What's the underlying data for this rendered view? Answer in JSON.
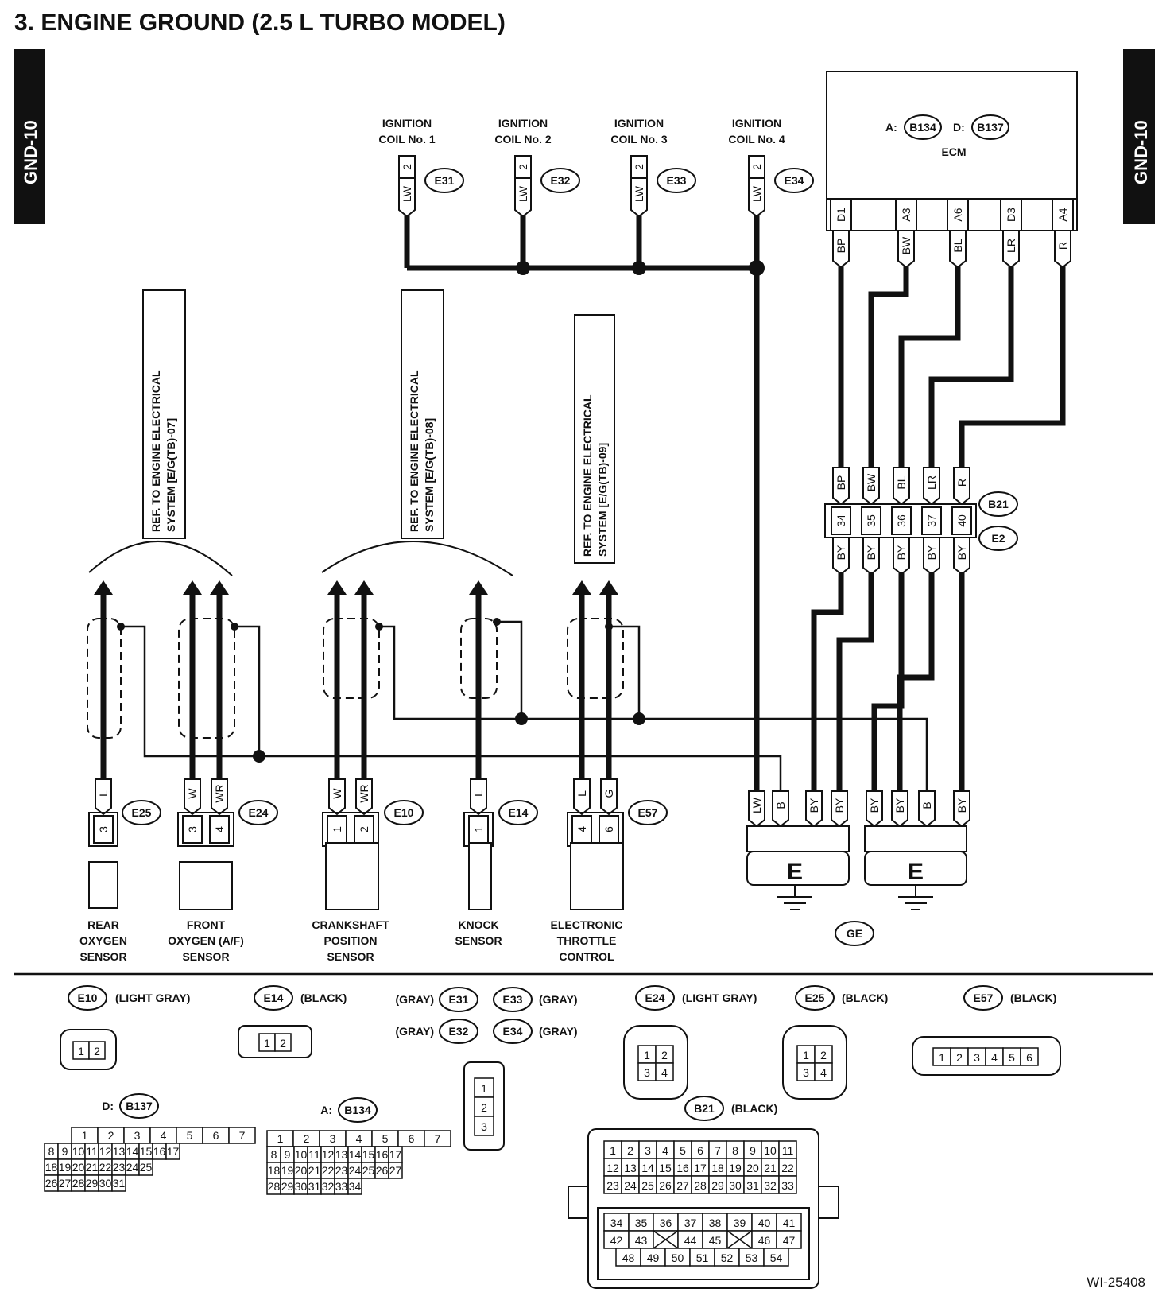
{
  "title": "3.  ENGINE GROUND (2.5 L TURBO MODEL)",
  "page_tag": "GND-10",
  "figure_id": "WI-25408",
  "ecm": {
    "label": "ECM",
    "conn_a_prefix": "A:",
    "conn_a": "B134",
    "conn_d_prefix": "D:",
    "conn_d": "B137",
    "pins": [
      "D1",
      "A3",
      "A6",
      "D3",
      "A4"
    ],
    "wires": [
      "BP",
      "BW",
      "BL",
      "LR",
      "R"
    ]
  },
  "ignition_coils": [
    {
      "line1": "IGNITION",
      "line2": "COIL No. 1",
      "pin": "2",
      "wire": "LW",
      "conn": "E31"
    },
    {
      "line1": "IGNITION",
      "line2": "COIL No. 2",
      "pin": "2",
      "wire": "LW",
      "conn": "E32"
    },
    {
      "line1": "IGNITION",
      "line2": "COIL No. 3",
      "pin": "2",
      "wire": "LW",
      "conn": "E33"
    },
    {
      "line1": "IGNITION",
      "line2": "COIL No. 4",
      "pin": "2",
      "wire": "LW",
      "conn": "E34"
    }
  ],
  "references": [
    {
      "line1": "REF. TO ENGINE ELECTRICAL",
      "line2": "SYSTEM [E/G(TB)-07]"
    },
    {
      "line1": "REF. TO ENGINE ELECTRICAL",
      "line2": "SYSTEM [E/G(TB)-08]"
    },
    {
      "line1": "REF. TO ENGINE ELECTRICAL",
      "line2": "SYSTEM [E/G(TB)-09]"
    }
  ],
  "joint": {
    "conn_top": "B21",
    "conn_bottom": "E2",
    "top_wires": [
      "BP",
      "BW",
      "BL",
      "LR",
      "R"
    ],
    "pins": [
      "34",
      "35",
      "36",
      "37",
      "40"
    ],
    "bottom_wires": [
      "BY",
      "BY",
      "BY",
      "BY",
      "BY"
    ]
  },
  "sensors": [
    {
      "conn": "E25",
      "line1": "REAR",
      "line2": "OXYGEN",
      "line3": "SENSOR",
      "wires": [
        "L"
      ],
      "pins": [
        "3"
      ]
    },
    {
      "conn": "E24",
      "line1": "FRONT",
      "line2": "OXYGEN (A/F)",
      "line3": "SENSOR",
      "wires": [
        "W",
        "WR"
      ],
      "pins": [
        "3",
        "4"
      ]
    },
    {
      "conn": "E10",
      "line1": "CRANKSHAFT",
      "line2": "POSITION",
      "line3": "SENSOR",
      "wires": [
        "W",
        "WR"
      ],
      "pins": [
        "1",
        "2"
      ]
    },
    {
      "conn": "E14",
      "line1": "KNOCK",
      "line2": "SENSOR",
      "line3": "",
      "wires": [
        "L"
      ],
      "pins": [
        "1"
      ]
    },
    {
      "conn": "E57",
      "line1": "ELECTRONIC",
      "line2": "THROTTLE",
      "line3": "CONTROL",
      "wires": [
        "L",
        "G"
      ],
      "pins": [
        "4",
        "6"
      ]
    }
  ],
  "ground": {
    "label": "E",
    "conn": "GE",
    "left_wires": [
      "LW",
      "B",
      "BY",
      "BY"
    ],
    "right_wires": [
      "BY",
      "BY",
      "B",
      "BY"
    ]
  },
  "legend": {
    "e10": {
      "conn": "E10",
      "color": "(LIGHT GRAY)",
      "pins": [
        "1",
        "2"
      ]
    },
    "e14": {
      "conn": "E14",
      "color": "(BLACK)",
      "pins": [
        "1",
        "2"
      ]
    },
    "coil_rows": [
      {
        "left_color": "(GRAY)",
        "left_conn": "E31",
        "right_conn": "E33",
        "right_color": "(GRAY)"
      },
      {
        "left_color": "(GRAY)",
        "left_conn": "E32",
        "right_conn": "E34",
        "right_color": "(GRAY)"
      }
    ],
    "coil_pins": [
      "1",
      "2",
      "3"
    ],
    "e24": {
      "conn": "E24",
      "color": "(LIGHT GRAY)",
      "pins": [
        "1",
        "2",
        "3",
        "4"
      ]
    },
    "e25": {
      "conn": "E25",
      "color": "(BLACK)",
      "pins": [
        "1",
        "2",
        "3",
        "4"
      ]
    },
    "e57": {
      "conn": "E57",
      "color": "(BLACK)",
      "pins": [
        "1",
        "2",
        "3",
        "4",
        "5",
        "6"
      ]
    },
    "b137": {
      "prefix": "D:",
      "conn": "B137",
      "rows": [
        [
          "1",
          "2",
          "3",
          "4",
          "5",
          "6",
          "7"
        ],
        [
          "8",
          "9",
          "10",
          "11",
          "12",
          "13",
          "14",
          "15",
          "16",
          "17"
        ],
        [
          "18",
          "19",
          "20",
          "21",
          "22",
          "23",
          "24",
          "25"
        ],
        [
          "26",
          "27",
          "28",
          "29",
          "30",
          "31"
        ]
      ]
    },
    "b134": {
      "prefix": "A:",
      "conn": "B134",
      "rows": [
        [
          "1",
          "2",
          "3",
          "4",
          "5",
          "6",
          "7"
        ],
        [
          "8",
          "9",
          "10",
          "11",
          "12",
          "13",
          "14",
          "15",
          "16",
          "17"
        ],
        [
          "18",
          "19",
          "20",
          "21",
          "22",
          "23",
          "24",
          "25",
          "26",
          "27"
        ],
        [
          "28",
          "29",
          "30",
          "31",
          "32",
          "33",
          "34"
        ]
      ]
    },
    "b21": {
      "conn": "B21",
      "color": "(BLACK)",
      "rows": [
        [
          "1",
          "2",
          "3",
          "4",
          "5",
          "6",
          "7",
          "8",
          "9",
          "10",
          "11"
        ],
        [
          "12",
          "13",
          "14",
          "15",
          "16",
          "17",
          "18",
          "19",
          "20",
          "21",
          "22"
        ],
        [
          "23",
          "24",
          "25",
          "26",
          "27",
          "28",
          "29",
          "30",
          "31",
          "32",
          "33"
        ],
        [
          "34",
          "35",
          "36",
          "37",
          "38",
          "39",
          "40",
          "41"
        ],
        [
          "42",
          "43",
          "",
          "44",
          "45",
          "",
          "46",
          "47"
        ],
        [
          "48",
          "49",
          "50",
          "51",
          "52",
          "53",
          "54"
        ]
      ]
    }
  }
}
